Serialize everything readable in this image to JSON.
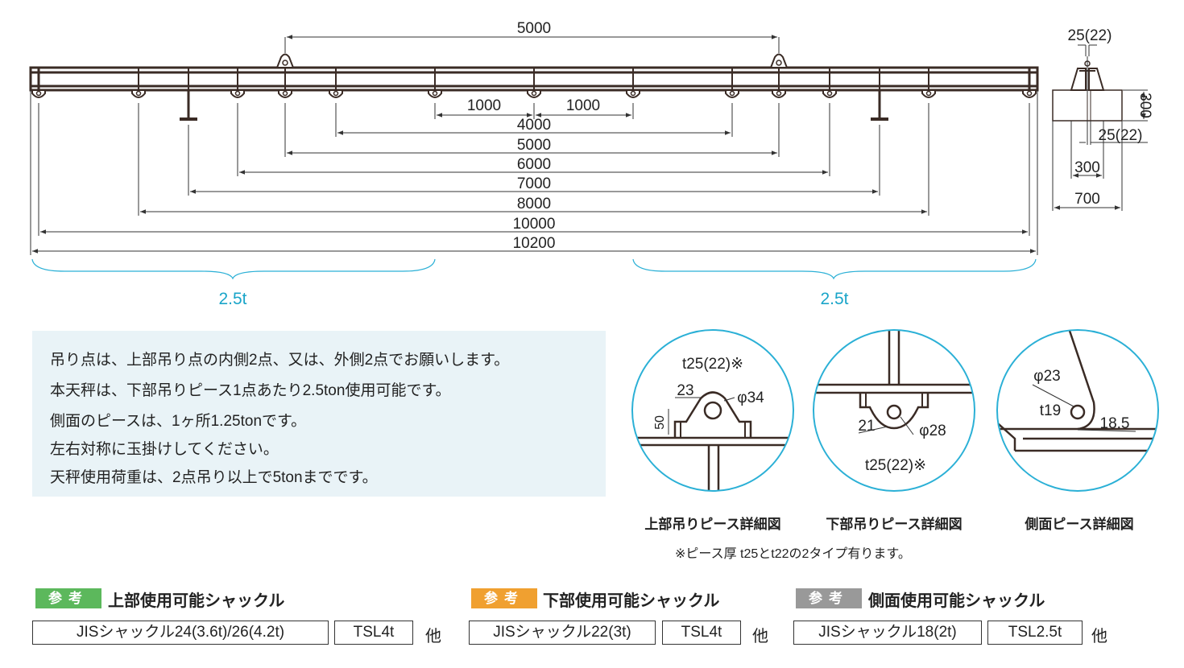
{
  "dimensions": {
    "top_span": "5000",
    "inner_1000_left": "1000",
    "inner_1000_right": "1000",
    "d4000": "4000",
    "d5000": "5000",
    "d6000": "6000",
    "d7000": "7000",
    "d8000": "8000",
    "d10000": "10000",
    "d10200": "10200"
  },
  "side_view": {
    "top_thickness": "25(22)",
    "height": "300",
    "side_thickness": "25(22)",
    "inner_width": "300",
    "outer_width": "700"
  },
  "loads": {
    "left": "2.5t",
    "right": "2.5t"
  },
  "notes": [
    "吊り点は、上部吊り点の内側2点、又は、外側2点でお願いします。",
    "本天秤は、下部吊りピース1点あたり2.5ton使用可能です。",
    "側面のピースは、1ヶ所1.25tonです。",
    "左右対称に玉掛けしてください。",
    "天秤使用荷重は、2点吊り以上で5tonまでです。"
  ],
  "details": {
    "upper": {
      "thickness": "t25(22)※",
      "width": "23",
      "hole": "φ34",
      "height": "50",
      "caption": "上部吊りピース詳細図"
    },
    "lower": {
      "width": "21",
      "hole": "φ28",
      "thickness": "t25(22)※",
      "caption": "下部吊りピース詳細図"
    },
    "side": {
      "hole": "φ23",
      "thickness": "t19",
      "offset": "18.5",
      "caption": "側面ピース詳細図"
    },
    "footnote": "※ピース厚 t25とt22の2タイプ有ります。"
  },
  "references": [
    {
      "tag": "参考",
      "title": "上部使用可能シャックル",
      "color": "#5cb85c",
      "shackle": "JISシャックル24(3.6t)/26(4.2t)",
      "tsl": "TSL4t",
      "other": "他"
    },
    {
      "tag": "参考",
      "title": "下部使用可能シャックル",
      "color": "#f0a030",
      "shackle": "JISシャックル22(3t)",
      "tsl": "TSL4t",
      "other": "他"
    },
    {
      "tag": "参考",
      "title": "側面使用可能シャックル",
      "color": "#999999",
      "shackle": "JISシャックル18(2t)",
      "tsl": "TSL2.5t",
      "other": "他"
    }
  ]
}
